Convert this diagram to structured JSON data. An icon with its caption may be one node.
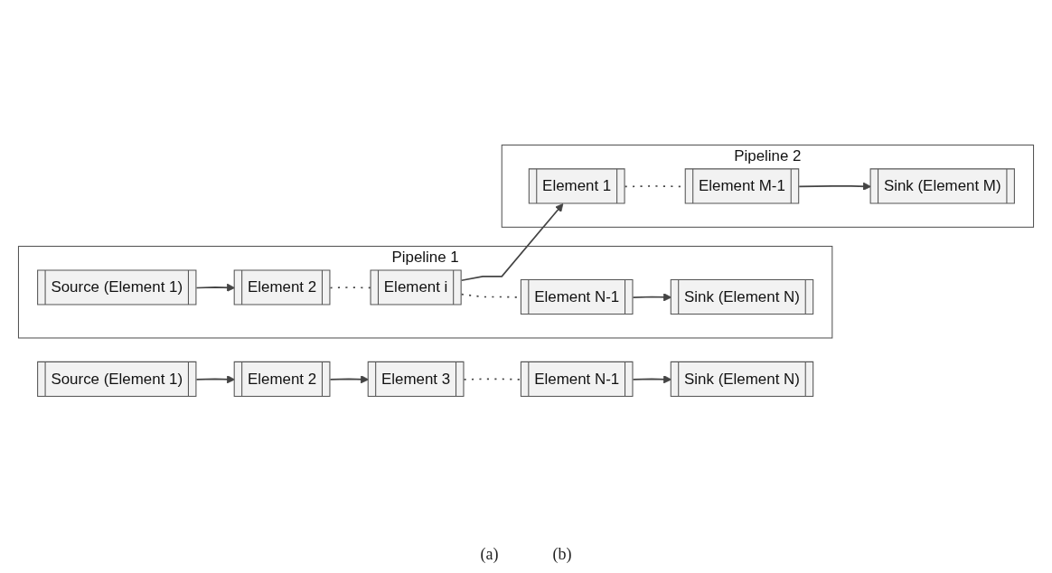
{
  "diagram": {
    "nodes": [
      {
        "text": [
          "Source (Element 1)"
        ]
      },
      {
        "text": [
          "Element 2"
        ]
      },
      {
        "text": [
          "Element 3"
        ]
      },
      {
        "text": [
          "Element N-1"
        ]
      },
      {
        "text": [
          "Sink (Element N)"
        ]
      },
      {
        "text": [
          "Pipeline 1"
        ]
      },
      {
        "text": [
          "Source (Element 1)"
        ],
        "in": 5
      },
      {
        "text": [
          "Element 2"
        ],
        "in": 5
      },
      {
        "text": [
          "Element i"
        ],
        "in": 5
      },
      {
        "text": [
          "Element N-1"
        ],
        "in": 5
      },
      {
        "text": [
          "Sink (Element N)"
        ],
        "in": 5
      },
      {
        "text": [
          "Pipeline 2"
        ]
      },
      {
        "text": [
          "Element 1"
        ],
        "in": 11
      },
      {
        "text": [
          "Element M-1"
        ],
        "in": 11
      },
      {
        "text": [
          "Sink (Element M)"
        ],
        "in": 11
      }
    ],
    "edges": [
      {
        "from": 0,
        "to": 1,
        "arrow": "to"
      },
      {
        "from": 1,
        "to": 2,
        "arrow": "to"
      },
      {
        "from": 2,
        "to": 3,
        "arrow": "none",
        "style": "dashed"
      },
      {
        "from": 3,
        "to": 4,
        "arrow": "to"
      },
      {
        "from": 6,
        "to": 7,
        "arrow": "to"
      },
      {
        "from": 7,
        "to": 8,
        "arrow": "none",
        "style": "dashed"
      },
      {
        "from": 8,
        "to": 9,
        "arrow": "none",
        "style": "dashed"
      },
      {
        "from": 9,
        "to": 10,
        "arrow": "to"
      },
      {
        "from": 8,
        "to": 12,
        "arrow": "to"
      },
      {
        "from": 12,
        "to": 13,
        "arrow": "none",
        "style": "dashed"
      },
      {
        "from": 13,
        "to": 14,
        "arrow": "to"
      }
    ],
    "labels": [
      "(a)",
      "(b)"
    ]
  }
}
